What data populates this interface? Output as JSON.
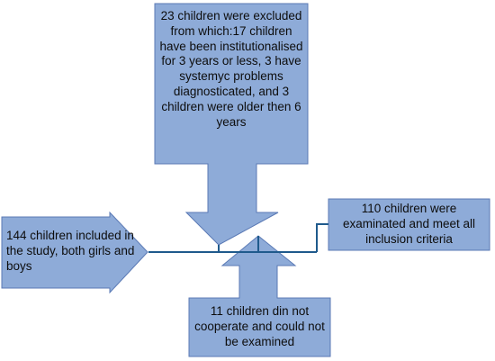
{
  "diagram": {
    "colors": {
      "fill": "#8eabd8",
      "stroke": "#5b7ab5",
      "connector": "#1f5a8c",
      "text": "#0d0d0d"
    },
    "nodes": {
      "excluded": {
        "text": "23 children were excluded from which:17 children have been institutionalised for 3 years or less, 3 have systemyc problems diagnosticated, and 3 children were older then 6 years"
      },
      "included": {
        "text": "144 children included in the study, both girls and boys"
      },
      "examined": {
        "text": "110 children were examinated and meet all inclusion criteria"
      },
      "not_cooperate": {
        "text": "11 children din not cooperate and could not be examined"
      }
    }
  }
}
